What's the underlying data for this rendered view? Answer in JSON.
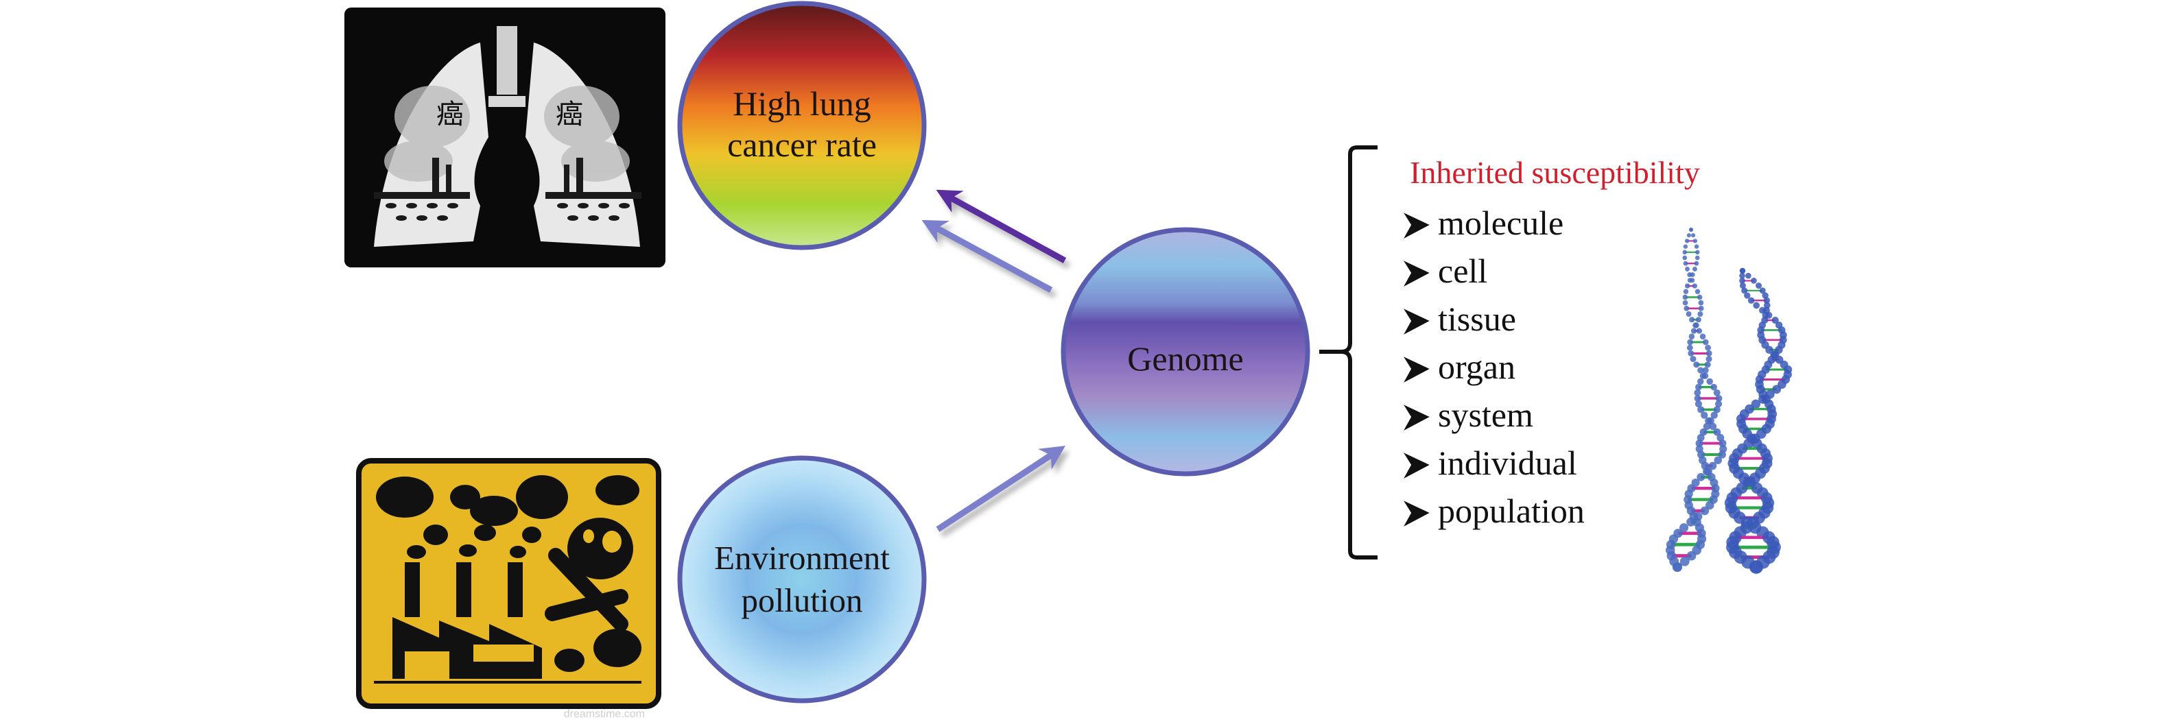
{
  "nodes": {
    "cancer": {
      "line1": "High lung",
      "line2": "cancer rate"
    },
    "environment": {
      "line1": "Environment",
      "line2": "pollution"
    },
    "genome": {
      "label": "Genome"
    }
  },
  "inherited": {
    "title": "Inherited susceptibility",
    "title_color": "#d0202e",
    "items": [
      "molecule",
      "cell",
      "tissue",
      "organ",
      "system",
      "individual",
      "population"
    ]
  },
  "images": {
    "lungs": {
      "icon": "lungs-cancer-illustration",
      "chars": [
        "癌",
        "癌"
      ]
    },
    "factory": {
      "icon": "factory-pollution-sign",
      "watermark": "dreamstime.com"
    },
    "dna": {
      "icon": "dna-double-helix"
    }
  },
  "colors": {
    "arrow_light": "#7b80cc",
    "arrow_dark": "#5a2e9e",
    "circle_border": "#5a5cb0",
    "sign_yellow": "#e8b824"
  }
}
